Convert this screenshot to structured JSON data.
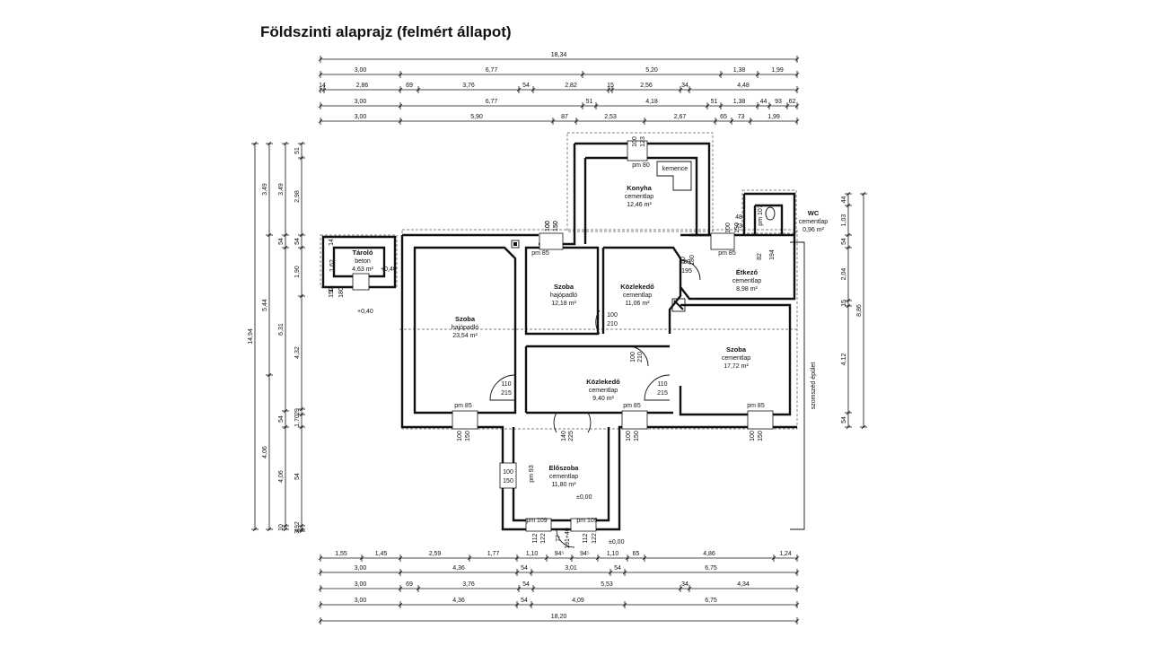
{
  "title": "Földszinti alaprajz (felmért állapot)",
  "dimensions": {
    "top": [
      [
        "18,34"
      ],
      [
        "3,00",
        "6,77",
        "5,20",
        "1,38",
        "1,99"
      ],
      [
        "14",
        "2,86",
        "69",
        "3,76",
        "54",
        "2,82",
        "15",
        "2,56",
        "34",
        "4,48"
      ],
      [
        "3,00",
        "6,77",
        "51",
        "4,18",
        "51",
        "1,38",
        "44",
        "93",
        "62"
      ],
      [
        "3,00",
        "5,90",
        "87",
        "2,53",
        "2,67",
        "65",
        "73",
        "1,99"
      ]
    ],
    "bottom": [
      [
        "1,55",
        "1,45",
        "2,59",
        "1,77",
        "1,10",
        "94⁵",
        "94⁵",
        "1,10",
        "65",
        "4,86",
        "1,24"
      ],
      [
        "3,00",
        "4,36",
        "54",
        "3,01",
        "54",
        "6,75"
      ],
      [
        "3,00",
        "69",
        "3,76",
        "54",
        "5,53",
        "34",
        "4,34"
      ],
      [
        "3,00",
        "4,36",
        "54",
        "4,09",
        "6,75"
      ],
      [
        "18,20"
      ]
    ],
    "left": [
      [
        "14,94"
      ],
      [
        "3,49",
        "5,44",
        "4,06"
      ],
      [
        "3,49",
        "54",
        "6,31",
        "54",
        "4,06",
        "10"
      ],
      [
        "51",
        "2,98",
        "54",
        "1,90",
        "4,32",
        "29",
        "1,70",
        "54",
        "3,92",
        "4"
      ]
    ],
    "right": [
      [
        "44",
        "1,03",
        "54",
        "2,04",
        "15",
        "4,12",
        "54"
      ],
      [
        "8,86"
      ]
    ]
  },
  "rooms": [
    {
      "id": "konyha",
      "name": "Konyha",
      "floor": "cementlap",
      "area": "12,46 m²"
    },
    {
      "id": "wc",
      "name": "WC",
      "floor": "cementlap",
      "area": "0,96 m²"
    },
    {
      "id": "taroló",
      "name": "Tároló",
      "floor": "beton",
      "area": "4,63 m²"
    },
    {
      "id": "szoba-big",
      "name": "Szoba",
      "floor": "hajópadló",
      "area": "23,54 m²"
    },
    {
      "id": "szoba-mid",
      "name": "Szoba",
      "floor": "hajópadló",
      "area": "12,18 m²"
    },
    {
      "id": "kozleked-top",
      "name": "Közlekedő",
      "floor": "cementlap",
      "area": "11,06 m²"
    },
    {
      "id": "etkezo",
      "name": "Étkező",
      "floor": "cementlap",
      "area": "8,98 m²"
    },
    {
      "id": "szoba-right",
      "name": "Szoba",
      "floor": "cementlap",
      "area": "17,72 m²"
    },
    {
      "id": "kozleked-mid",
      "name": "Közlekedő",
      "floor": "cementlap",
      "area": "9,40 m²"
    },
    {
      "id": "eloszoba",
      "name": "Előszoba",
      "floor": "cementlap",
      "area": "11,80 m²"
    }
  ],
  "labels": {
    "kemence": "kemence",
    "szomszed": "szomszéd épület",
    "level_taroló": "+0,40",
    "level_taroló_ext": "+0,40",
    "level_eloszoba": "±0,00",
    "level_entry": "±0,00"
  },
  "openings": [
    "pm 80",
    "100",
    "123",
    "pm 85",
    "100",
    "150",
    "pm 107",
    "48",
    "73",
    "100",
    "150",
    "194",
    "82",
    "pm 85",
    "100",
    "150",
    "80",
    "195",
    "60",
    "180",
    "100",
    "210",
    "100",
    "210",
    "110",
    "215",
    "110",
    "215",
    "pm 85",
    "100",
    "150",
    "pm 85",
    "100",
    "150",
    "pm 85",
    "100",
    "150",
    "140",
    "225",
    "100",
    "150",
    "pm 93",
    "pm 109",
    "112",
    "122",
    "77",
    "191+40",
    "pm 109",
    "112",
    "122",
    "150",
    "180",
    "1,62",
    "14",
    "14"
  ]
}
